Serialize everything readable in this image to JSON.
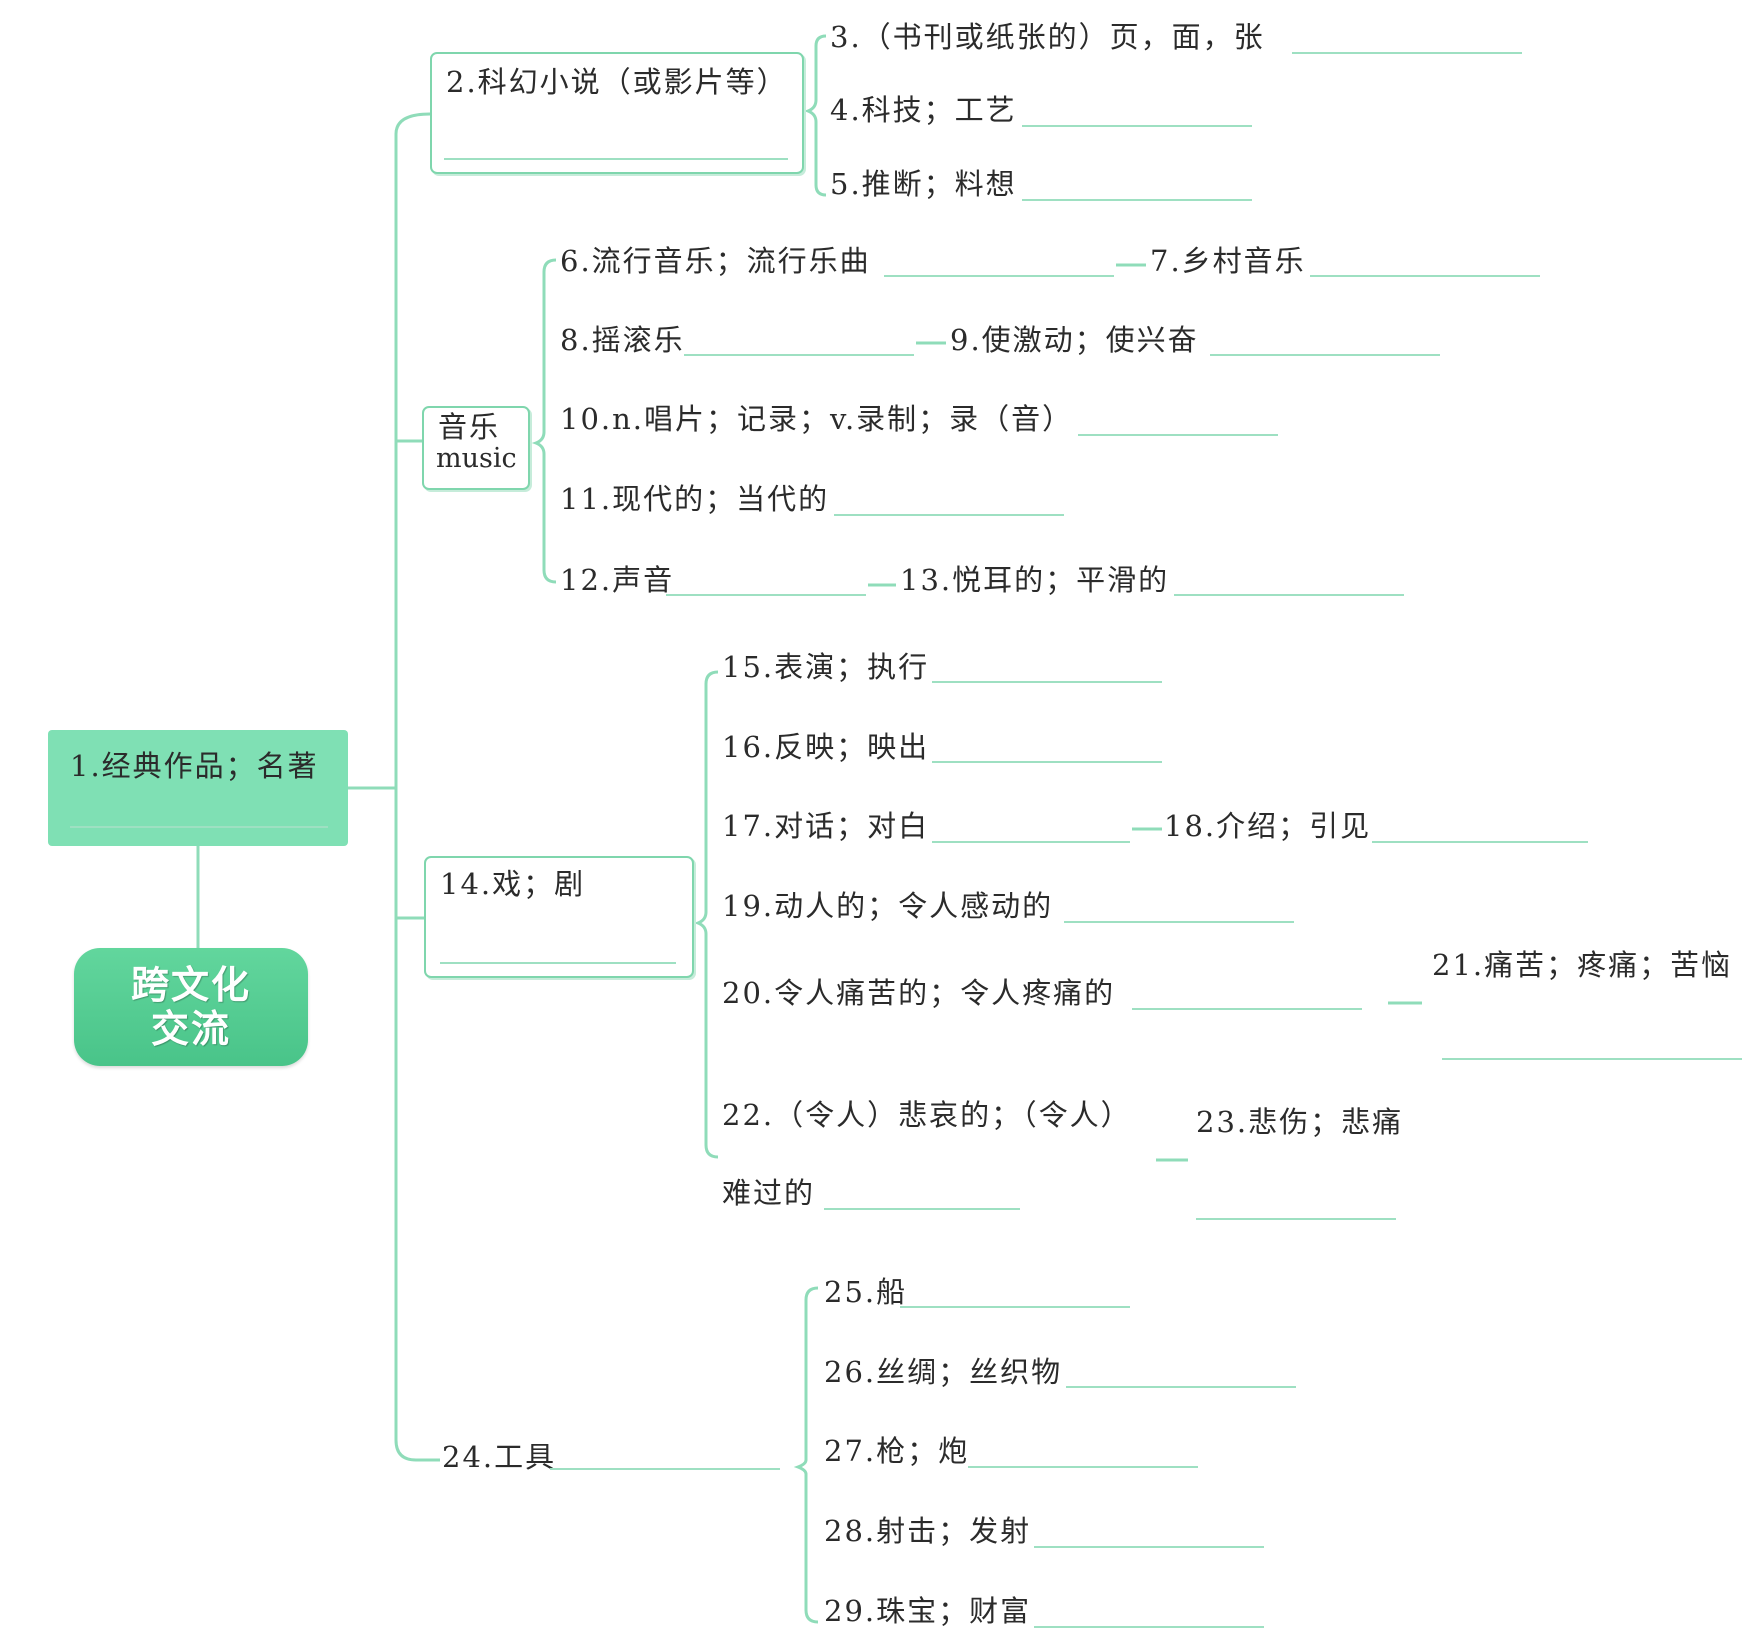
{
  "topic": "跨文化\n交流",
  "root": "1.经典作品；名著",
  "branches": {
    "scifi": {
      "label": "2.科幻小说（或影片等）",
      "items": [
        "3.（书刊或纸张的）页，面，张",
        "4.科技；工艺",
        "5.推断；料想"
      ]
    },
    "music": {
      "label_cn": "音乐",
      "label_en": "music",
      "items": [
        "6.流行音乐；流行乐曲",
        "7.乡村音乐",
        "8.摇滚乐",
        "9.使激动；使兴奋",
        "10.n.唱片；记录；v.录制；录（音）",
        "11.现代的；当代的",
        "12.声音",
        "13.悦耳的；平滑的"
      ]
    },
    "drama": {
      "label": "14.戏；剧",
      "items": [
        "15.表演；执行",
        "16.反映；映出",
        "17.对话；对白",
        "18.介绍；引见",
        "19.动人的；令人感动的",
        "20.令人痛苦的；令人疼痛的",
        "21.痛苦；疼痛；苦恼",
        "22.（令人）悲哀的；（令人）",
        "难过的",
        "23.悲伤；悲痛"
      ]
    },
    "tools": {
      "label": "24.工具",
      "items": [
        "25.船",
        "26.丝绸；丝织物",
        "27.枪；炮",
        "28.射击；发射",
        "29.珠宝；财富"
      ]
    }
  },
  "colors": {
    "accent": "#7fd6ad",
    "root_fill": "#7fe0b4",
    "topic_fill": "#4fc98e",
    "line": "#8fdcb9"
  }
}
